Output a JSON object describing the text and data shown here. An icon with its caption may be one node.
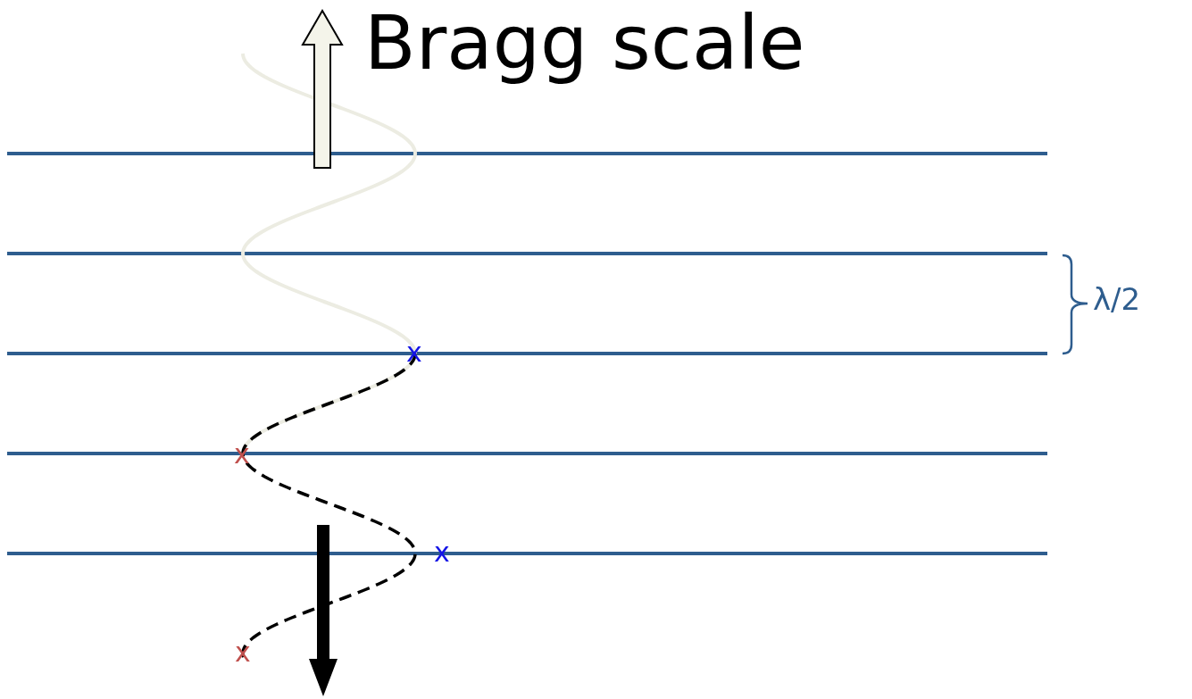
{
  "diagram": {
    "title": "Bragg scale",
    "labels": [
      "λ/2",
      "x",
      "x",
      "x",
      "x"
    ]
  }
}
